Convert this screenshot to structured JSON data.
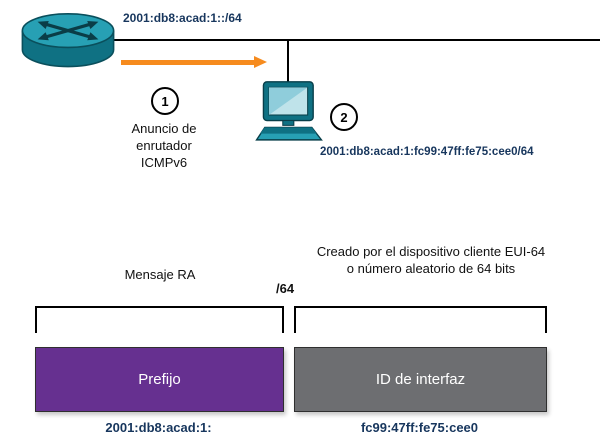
{
  "topology": {
    "router_prefix_label": "2001:db8:acad:1::/64",
    "step1_number": "1",
    "step1_caption": "Anuncio de enrutador ICMPv6",
    "step2_number": "2",
    "pc_address_label": "2001:db8:acad:1:fc99:47ff:fe75:cee0/64"
  },
  "breakdown": {
    "ra_message_label": "Mensaje RA",
    "prefix_length_label": "/64",
    "client_caption": "Creado por el dispositivo cliente EUI-64 o número aleatorio de 64 bits",
    "prefix_box_label": "Prefijo",
    "interface_box_label": "ID de interfaz",
    "prefix_value": "2001:db8:acad:1:",
    "interface_value": "fc99:47ff:fe75:cee0"
  },
  "colors": {
    "navy": "#17365d",
    "purple": "#663090",
    "gray": "#6d6e71",
    "orange": "#f68b1e",
    "teal_dark": "#0f7183",
    "teal_light": "#27a0b4"
  }
}
